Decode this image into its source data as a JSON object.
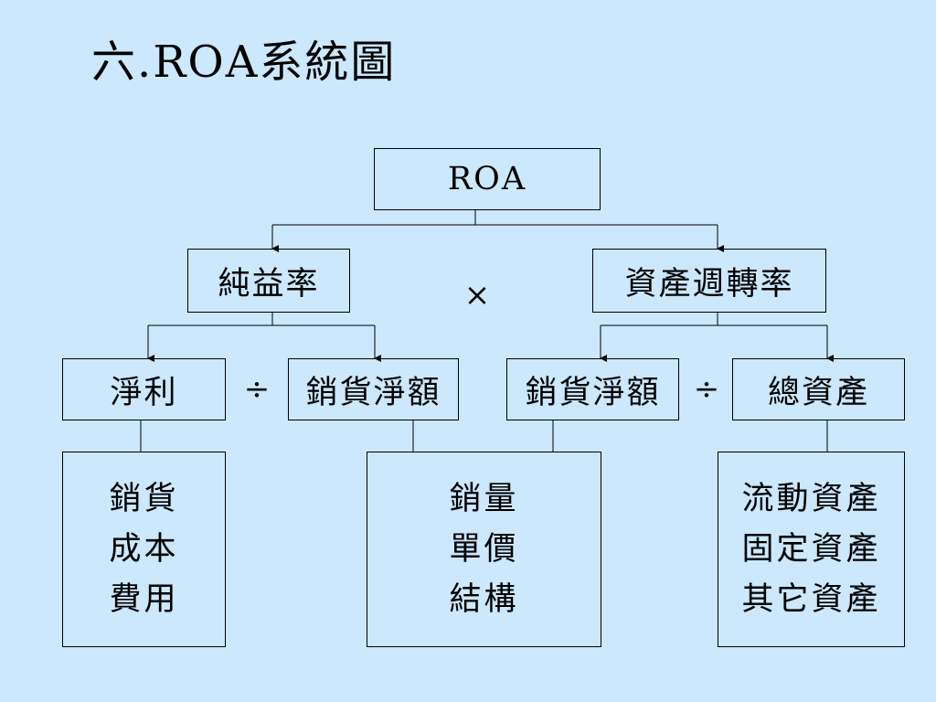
{
  "title": "六.ROA系統圖",
  "nodes": {
    "roa": "ROA",
    "profit_margin": "純益率",
    "asset_turnover": "資產週轉率",
    "net_income": "淨利",
    "net_sales_1": "銷貨淨額",
    "net_sales_2": "銷貨淨額",
    "total_assets": "總資產"
  },
  "operators": {
    "multiply": "×",
    "divide_1": "÷",
    "divide_2": "÷"
  },
  "detail_boxes": {
    "net_income_components": [
      "銷貨",
      "成本",
      "費用"
    ],
    "sales_components": [
      "銷量",
      "單價",
      "結構"
    ],
    "asset_components": [
      "流動資產",
      "固定資產",
      "其它資產"
    ]
  }
}
